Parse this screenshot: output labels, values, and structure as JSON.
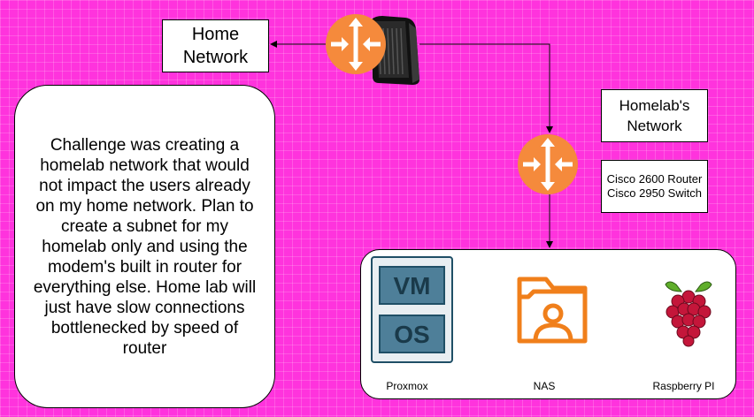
{
  "labels": {
    "home_network": [
      "Home",
      "Network"
    ],
    "homelab_network": [
      "Homelab's",
      "Network"
    ],
    "hardware": [
      "Cisco 2600 Router",
      "Cisco 2950 Switch"
    ]
  },
  "note": "Challenge was creating a homelab network that would not impact the users already on my home network. Plan to create a subnet for my homelab only and using the modem's built in router for everything else. Home lab will just have slow connections bottlenecked by speed of router",
  "devices": [
    {
      "label": "Proxmox",
      "icon": "vm-os-icon"
    },
    {
      "label": "NAS",
      "icon": "nas-folder-icon"
    },
    {
      "label": "Raspberry PI",
      "icon": "raspberry-pi-icon"
    }
  ],
  "vm_icon": {
    "top": "VM",
    "bottom": "OS"
  },
  "colors": {
    "background": "#ff33dd",
    "router": "#f58a3c",
    "nas": "#f07f1b",
    "vm_fill": "#4e7f99",
    "vm_border": "#1f4f66",
    "raspberry": "#c4163a",
    "leaf": "#5fae2a"
  }
}
